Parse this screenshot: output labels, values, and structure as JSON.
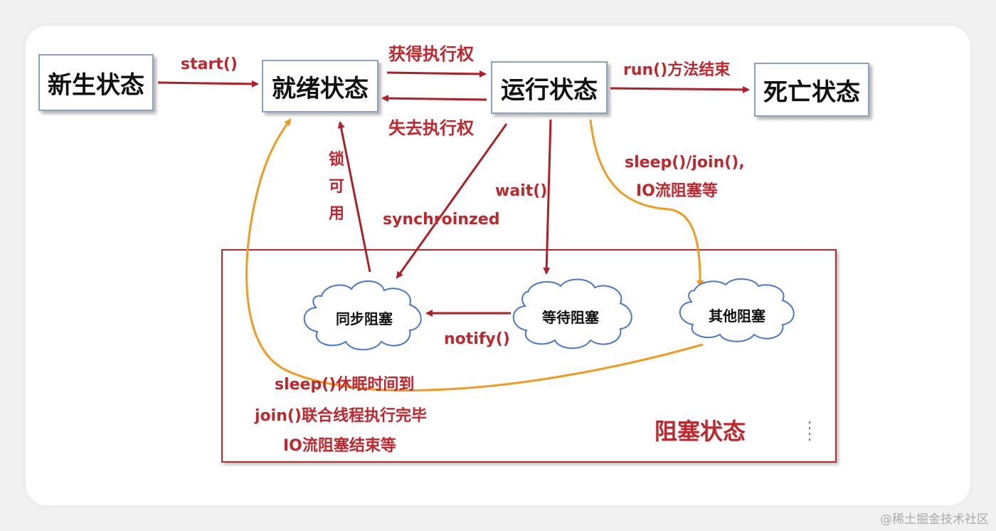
{
  "states": {
    "new": "新生状态",
    "runnable": "就绪状态",
    "running": "运行状态",
    "dead": "死亡状态"
  },
  "blocked_types": {
    "sync": "同步阻塞",
    "waiting": "等待阻塞",
    "other": "其他阻塞"
  },
  "transitions": {
    "start": "start()",
    "get_exec": "获得执行权",
    "lose_exec": "失去执行权",
    "run_end": "run()方法结束",
    "lock_available": [
      "锁",
      "可",
      "用"
    ],
    "synchronized": "synchroinzed",
    "wait": "wait()",
    "sleep_join": "sleep()/join(),",
    "io_block": "IO流阻塞等",
    "notify": "notify()",
    "return_1": "sleep()休眠时间到",
    "return_2": "join()联合线程执行完毕",
    "return_3": "IO流阻塞结束等"
  },
  "blocked_state_label": "阻塞状态",
  "watermark": "@稀土掘金技术社区",
  "colors": {
    "arrow_red": "#b01e28",
    "arrow_orange": "#f39a1e",
    "cloud_stroke": "#4a78c8",
    "label_red": "#c0272d"
  }
}
